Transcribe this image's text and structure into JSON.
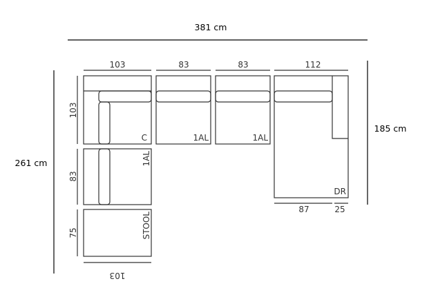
{
  "totals": {
    "width": "381 cm",
    "height_left": "261 cm",
    "height_right": "185 cm"
  },
  "top_dims": [
    "103",
    "83",
    "83",
    "112"
  ],
  "left_dims": [
    "103",
    "83",
    "75"
  ],
  "bottom_dim": "103",
  "dr_bottom_dims": [
    "87",
    "25"
  ],
  "modules": {
    "corner": "C",
    "armless_1": "1AL",
    "armless_2": "1AL",
    "chaise": "DR",
    "armless_left": "1AL",
    "stool": "STOOL"
  }
}
